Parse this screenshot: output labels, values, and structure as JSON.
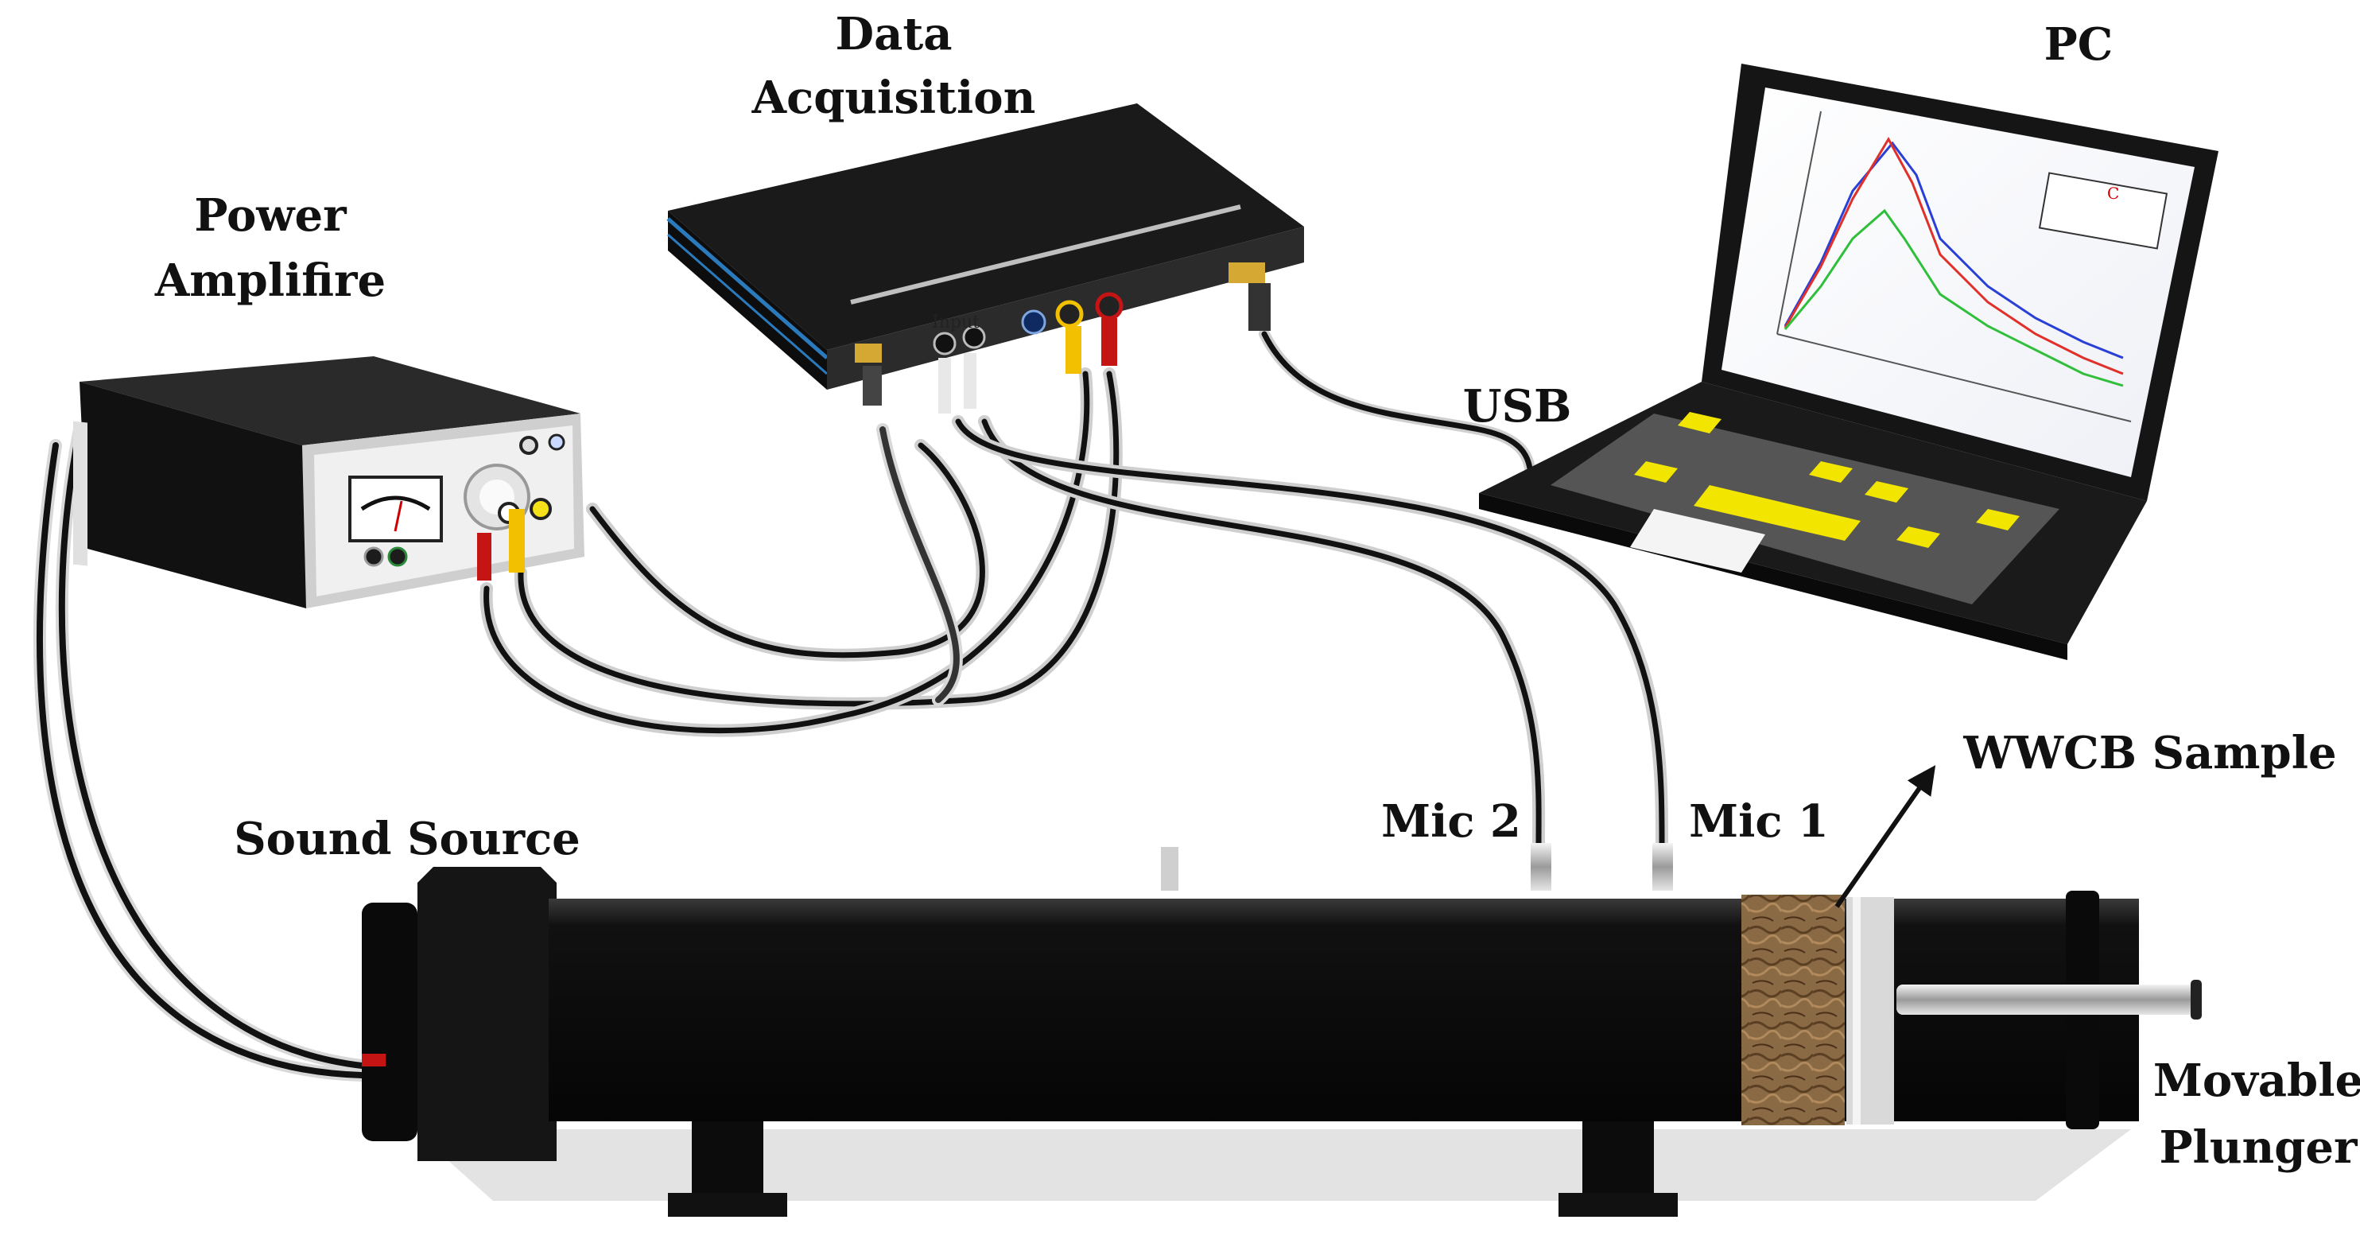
{
  "labels": {
    "data_acquisition_1": "Data",
    "data_acquisition_2": "Acquisition",
    "pc": "PC",
    "power_amp_1": "Power",
    "power_amp_2": "Amplifire",
    "usb": "USB",
    "sound_source": "Sound Source",
    "mic2": "Mic 2",
    "mic1": "Mic 1",
    "wwcb_sample": "WWCB Sample",
    "movable_1": "Movable",
    "movable_2": "Plunger",
    "input_port": "Input"
  },
  "screen_chart": {
    "legend_title": "C",
    "series_colors": [
      "#2a3fd6",
      "#e0302a",
      "#2fbf3a"
    ]
  },
  "colors": {
    "tube": "#0b0b0b",
    "sample": "#8a6a45",
    "keyboard_highlight": "#f2e600",
    "key_gray": "#6e6e6e"
  }
}
